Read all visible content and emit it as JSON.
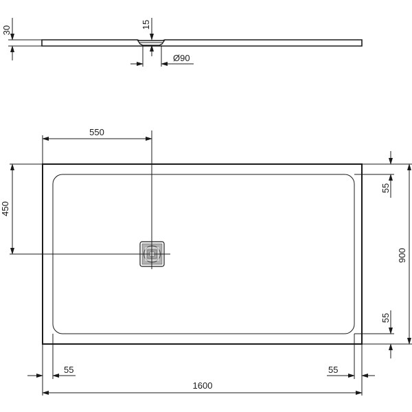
{
  "drawing": {
    "type": "technical drawing",
    "subject": "rectangular shower tray",
    "colors": {
      "line": "#1a1a1a",
      "background": "#ffffff",
      "drain_fill": "#b0b0b0"
    }
  },
  "side_view": {
    "dimensions": {
      "thickness": "30",
      "drain_depth": "15",
      "drain_diameter": "Ø90"
    }
  },
  "plan_view": {
    "dimensions": {
      "drain_offset_x": "550",
      "drain_offset_y": "450",
      "overall_length": "1600",
      "overall_width": "900",
      "rim_top": "55",
      "rim_bottom": "55",
      "rim_left": "55",
      "rim_right": "55"
    }
  }
}
